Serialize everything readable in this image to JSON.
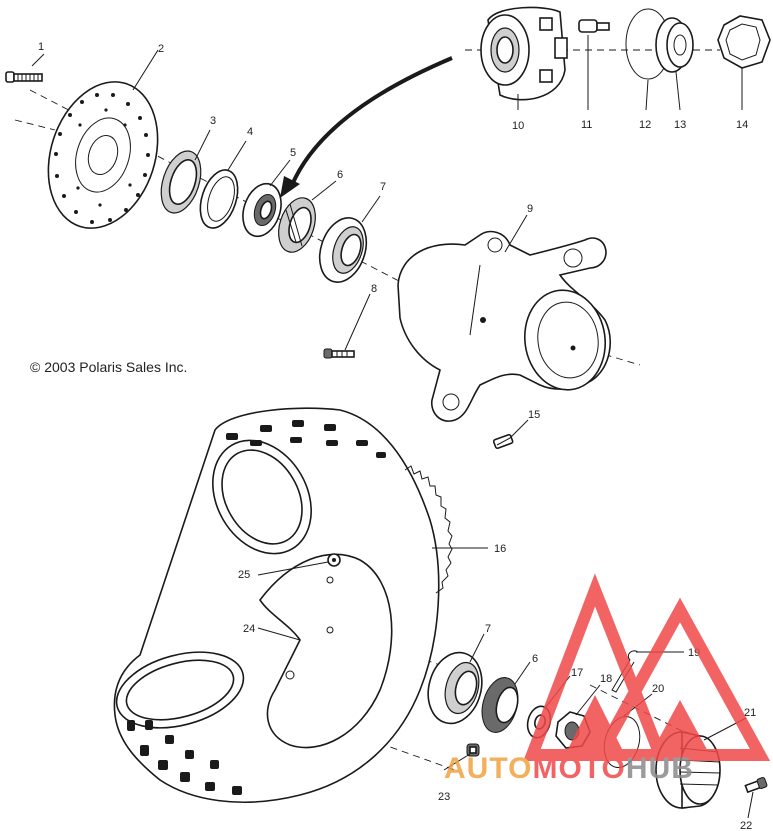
{
  "copyright": "© 2003 Polaris Sales Inc.",
  "callouts": [
    "1",
    "2",
    "3",
    "4",
    "5",
    "6",
    "7",
    "8",
    "9",
    "10",
    "11",
    "12",
    "13",
    "14",
    "15",
    "16",
    "19",
    "25",
    "24",
    "7",
    "6",
    "17",
    "18",
    "20",
    "21",
    "23",
    "22"
  ],
  "watermark": {
    "part1": "AUTO",
    "part2": "MOTO",
    "part3": "HUB",
    "color_red": "#f04a4a",
    "color_orange": "#f2a340",
    "color_gray": "#8a8a8a"
  }
}
